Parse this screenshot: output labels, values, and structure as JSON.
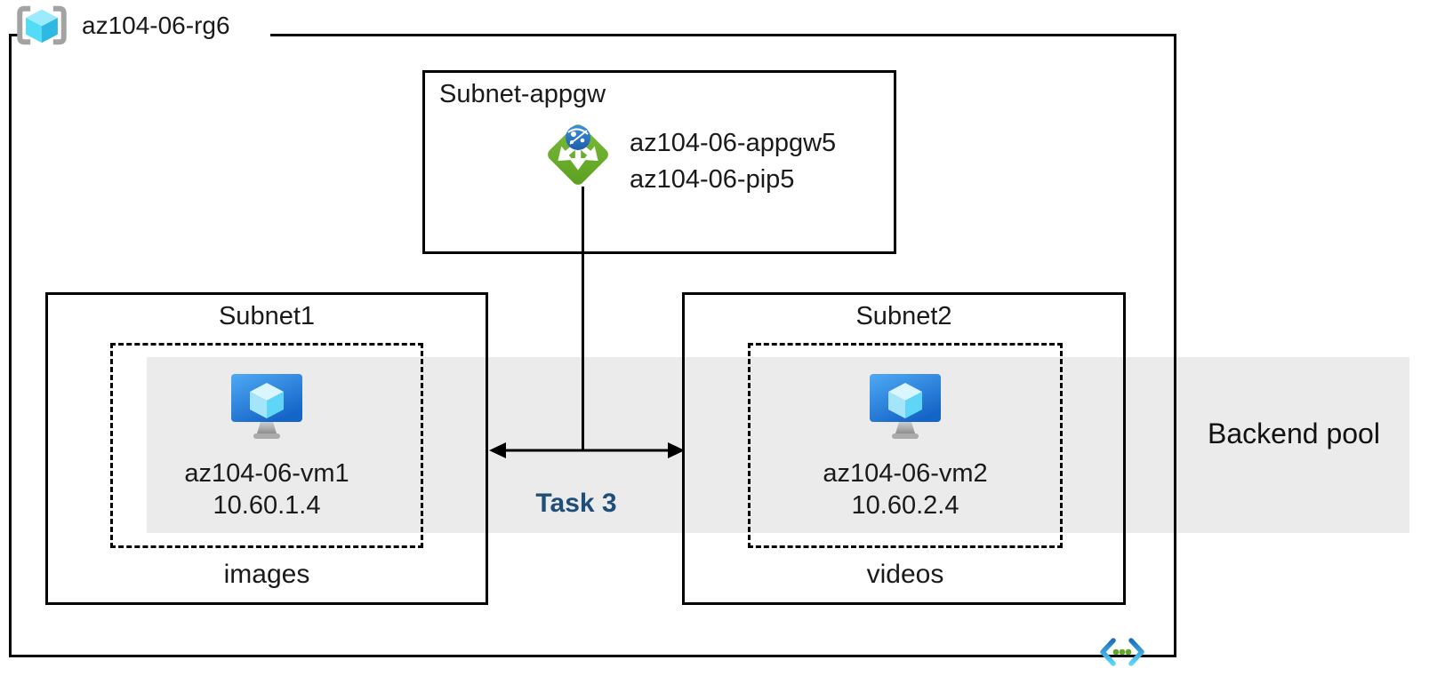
{
  "resource_group": {
    "name": "az104-06-rg6"
  },
  "appgw_subnet": {
    "title": "Subnet-appgw",
    "app_gateway_name": "az104-06-appgw5",
    "public_ip_name": "az104-06-pip5"
  },
  "subnet1": {
    "title": "Subnet1",
    "vm_name": "az104-06-vm1",
    "vm_ip": "10.60.1.4",
    "caption": "images"
  },
  "subnet2": {
    "title": "Subnet2",
    "vm_name": "az104-06-vm2",
    "vm_ip": "10.60.2.4",
    "caption": "videos"
  },
  "annotations": {
    "task_label": "Task 3",
    "backend_pool_label": "Backend pool"
  },
  "icons": {
    "resource_group": "azure-resource-group-icon",
    "app_gateway": "azure-application-gateway-icon",
    "virtual_machine": "azure-virtual-machine-icon",
    "virtual_network": "azure-virtual-network-icon"
  },
  "colors": {
    "task_label": "#1F4E79",
    "backend_pool_band": "#EBEBEB",
    "app_gateway_green": "#6CAE2B",
    "vm_monitor_blue": "#2B87E0",
    "vnet_chevron_blue": "#1E6FC0",
    "vnet_chevron_cyan": "#5BD6F8",
    "vnet_dot_green": "#5FA623",
    "diagram_border": "#000000"
  }
}
